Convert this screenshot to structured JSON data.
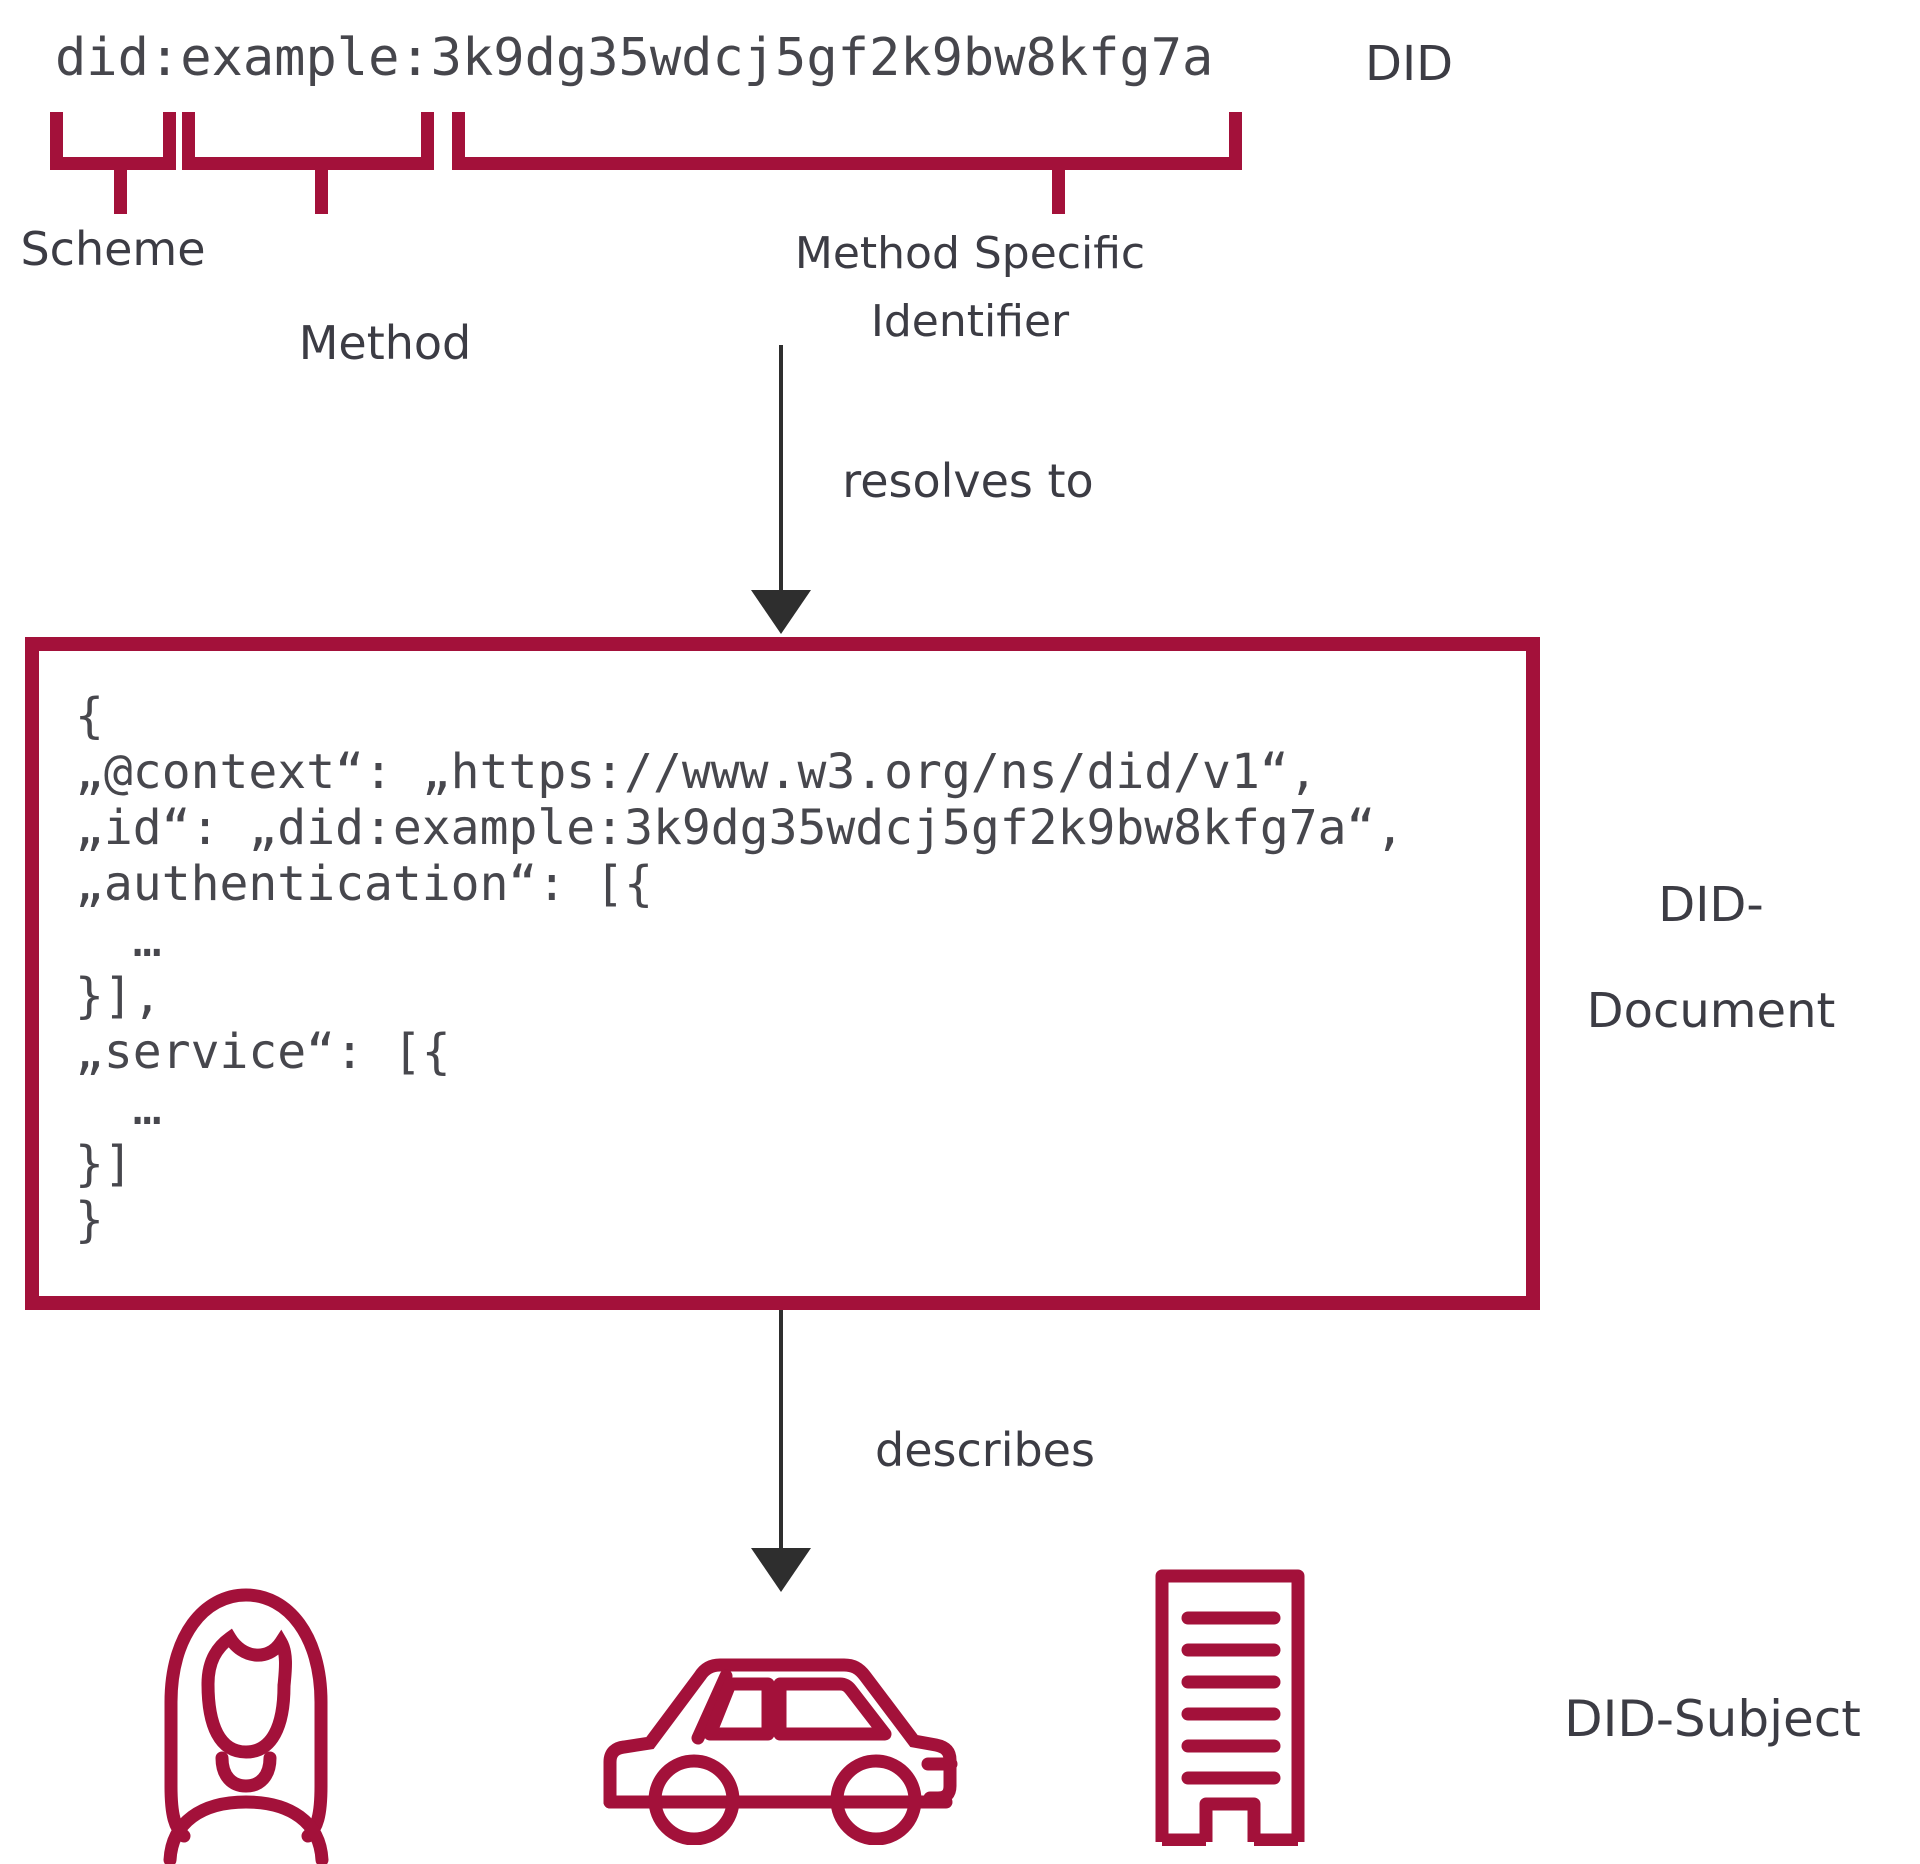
{
  "palette": {
    "crimson": "#A3113A",
    "text_dark": "#3C3C44",
    "code_color": "#47474D",
    "arrow_color": "#2E2E2E",
    "background": "#FFFFFF"
  },
  "did": {
    "value": "did:example:3k9dg35wdcj5gf2k9bw8kfg7a",
    "label": "DID",
    "parts": {
      "scheme": "Scheme",
      "method": "Method",
      "msi_line1": "Method Specific",
      "msi_line2": "Identifier"
    }
  },
  "arrows": {
    "resolves": "resolves to",
    "describes": "describes"
  },
  "document": {
    "label_line1": "DID-",
    "label_line2": "Document",
    "code_lines": [
      "{",
      "„@context“: „https://www.w3.org/ns/did/v1“,",
      "„id“: „did:example:3k9dg35wdcj5gf2k9bw8kfg7a“,",
      "„authentication“: [{",
      "  …",
      "}],",
      "„service“: [{",
      "  …",
      "}]",
      "}"
    ]
  },
  "subject": {
    "label": "DID-Subject",
    "icons": [
      "woman-icon",
      "car-icon",
      "building-icon"
    ]
  }
}
